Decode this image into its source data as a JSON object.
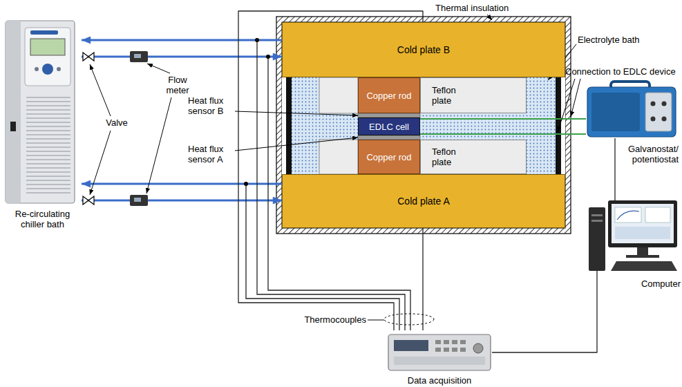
{
  "diagram": {
    "nodes": [
      {
        "text": [
          "Re-circulating chiller bath"
        ]
      },
      {
        "text": [
          "Cold plate B"
        ]
      },
      {
        "text": [
          "Copper rod"
        ]
      },
      {
        "text": [
          "Teflon plate"
        ]
      },
      {
        "text": [
          "EDLC cell"
        ]
      },
      {
        "text": [
          "Copper rod"
        ]
      },
      {
        "text": [
          "Teflon plate"
        ]
      },
      {
        "text": [
          "Cold plate A"
        ]
      },
      {
        "text": [
          "Galvanostat/ potentiostat"
        ]
      },
      {
        "text": [
          "Computer"
        ]
      },
      {
        "text": [
          "Data acquisition"
        ]
      }
    ],
    "edges": [
      {
        "from": 0,
        "to": 1,
        "arrow": "to"
      },
      {
        "from": 1,
        "to": 0,
        "arrow": "to"
      },
      {
        "from": 0,
        "to": 7,
        "arrow": "to"
      },
      {
        "from": 7,
        "to": 0,
        "arrow": "to"
      },
      {
        "from": 4,
        "to": 8,
        "arrow": "none"
      },
      {
        "from": 4,
        "to": 8,
        "arrow": "none"
      },
      {
        "from": 8,
        "to": 9,
        "arrow": "none"
      },
      {
        "from": 9,
        "to": 10,
        "arrow": "none"
      },
      {
        "from": 1,
        "to": 10,
        "arrow": "none"
      },
      {
        "from": 7,
        "to": 10,
        "arrow": "none"
      }
    ],
    "labels": [
      "Valve",
      "Flow meter",
      "Thermal insulation",
      "Electrolyte bath",
      "Connection to EDLC device",
      "Heat flux sensor B",
      "Heat flux sensor A",
      "Thermocouples"
    ]
  }
}
